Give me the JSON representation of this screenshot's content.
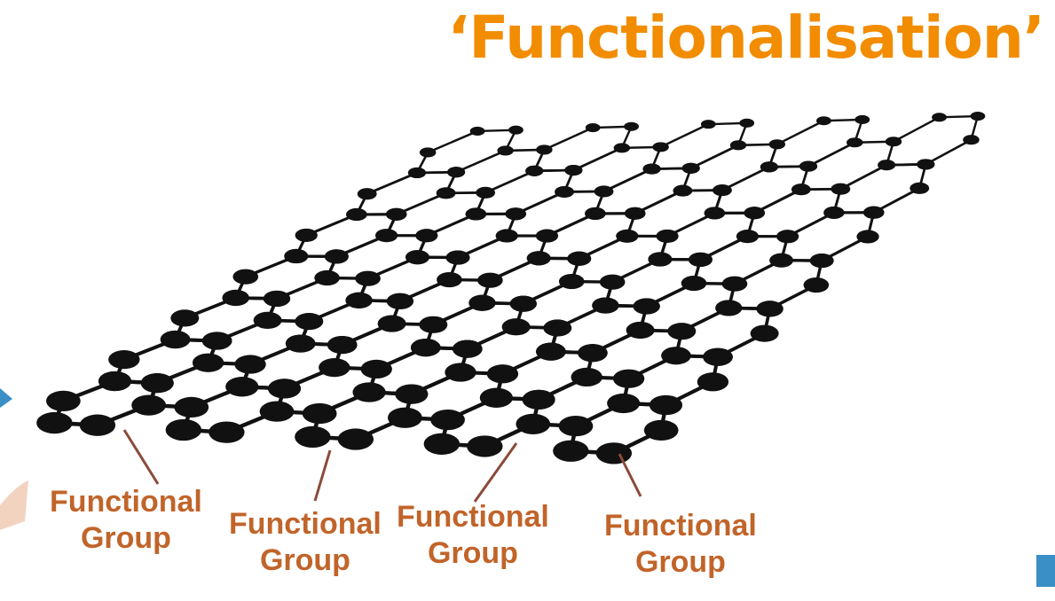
{
  "title": "‘Functionalisation’",
  "colors": {
    "title": "#f28c00",
    "label": "#c1642a",
    "lattice": "#111111",
    "pointer": "#8b4a3a"
  },
  "labels": [
    {
      "line1": "Functional",
      "line2": "Group"
    },
    {
      "line1": "Functional",
      "line2": "Group"
    },
    {
      "line1": "Functional",
      "line2": "Group"
    },
    {
      "line1": "Functional",
      "line2": "Group"
    }
  ]
}
